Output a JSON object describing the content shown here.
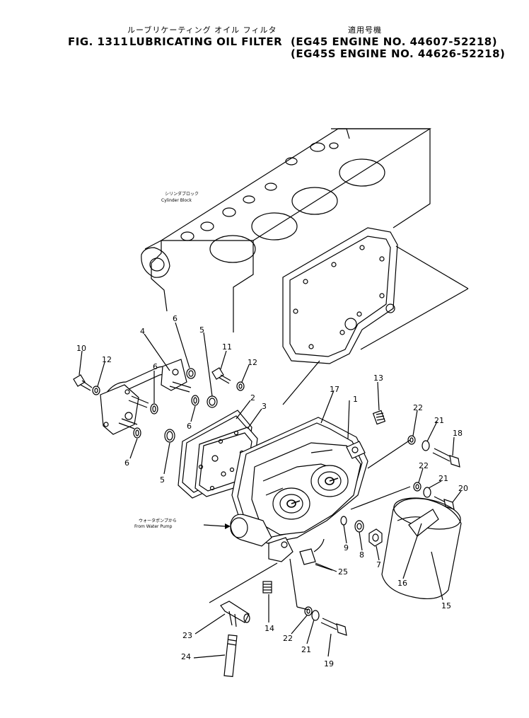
{
  "header": {
    "jp_title": "ルーブリケーティング オイル フィルタ",
    "jp_applicability": "適用号機",
    "fig_label": "FIG. 1311",
    "title": "LUBRICATING OIL FILTER",
    "line1_engine": "(EG45   ENGINE NO. 44607-52218)",
    "line2_engine": "(EG45S  ENGINE NO. 44626-52218)"
  },
  "labels": {
    "cylinder_block_jp": "シリンダブロック",
    "cylinder_block_en": "Cylinder Block",
    "water_pump_jp": "ウォータポンプから",
    "water_pump_en": "From Water Pump"
  },
  "callouts": [
    "1",
    "2",
    "3",
    "4",
    "5",
    "5",
    "6",
    "6",
    "6",
    "6",
    "7",
    "8",
    "9",
    "10",
    "11",
    "12",
    "12",
    "13",
    "14",
    "15",
    "16",
    "17",
    "18",
    "19",
    "20",
    "21",
    "21",
    "21",
    "22",
    "22",
    "22",
    "23",
    "24",
    "25"
  ]
}
